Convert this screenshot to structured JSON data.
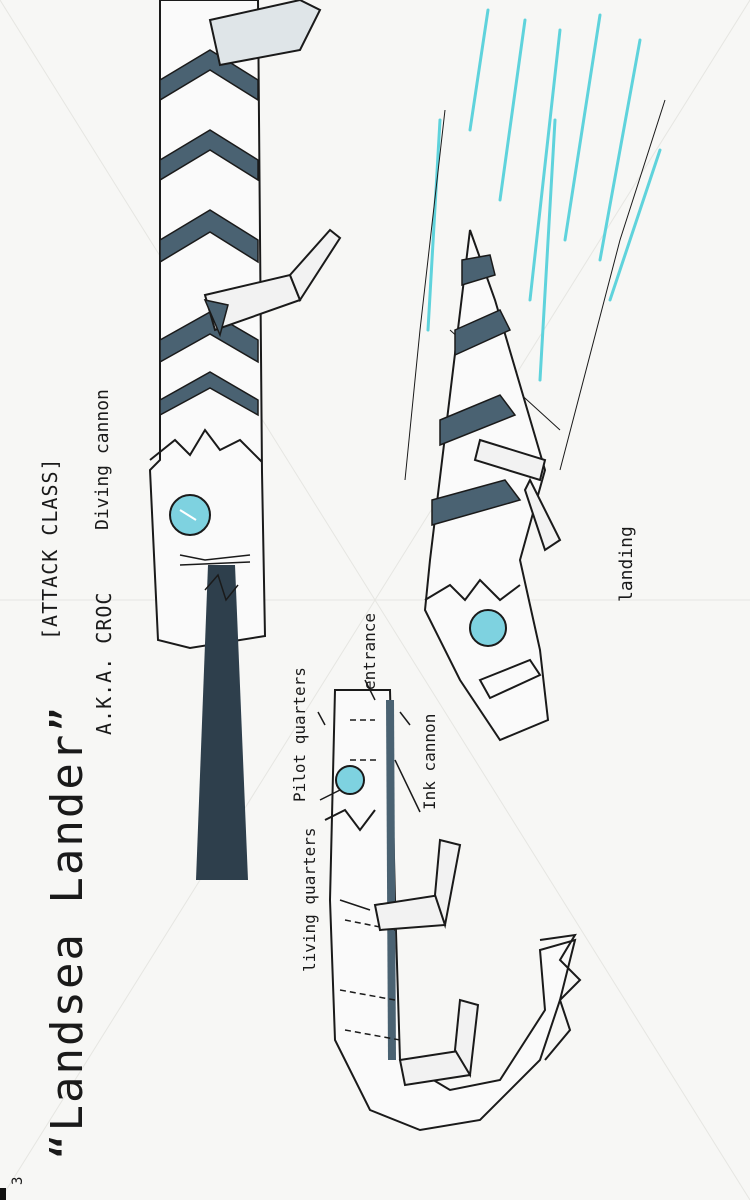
{
  "sketch": {
    "title": "“Landsea Lander”",
    "aka": "A.K.A. CROC",
    "class_label": "[ATTACK CLASS]",
    "views": {
      "diving": "Diving cannon",
      "landing": "landing"
    },
    "callouts": {
      "entrance": "entrance",
      "pilot": "Pilot quarters",
      "living": "living quarters",
      "ink": "Ink cannon"
    },
    "page_number": "3"
  },
  "colors": {
    "ink": "#1a1a1a",
    "marker": "#4a6272",
    "marker_dark": "#2e3f4c",
    "water": "#5fd3dc",
    "paper": "#f7f7f5"
  }
}
